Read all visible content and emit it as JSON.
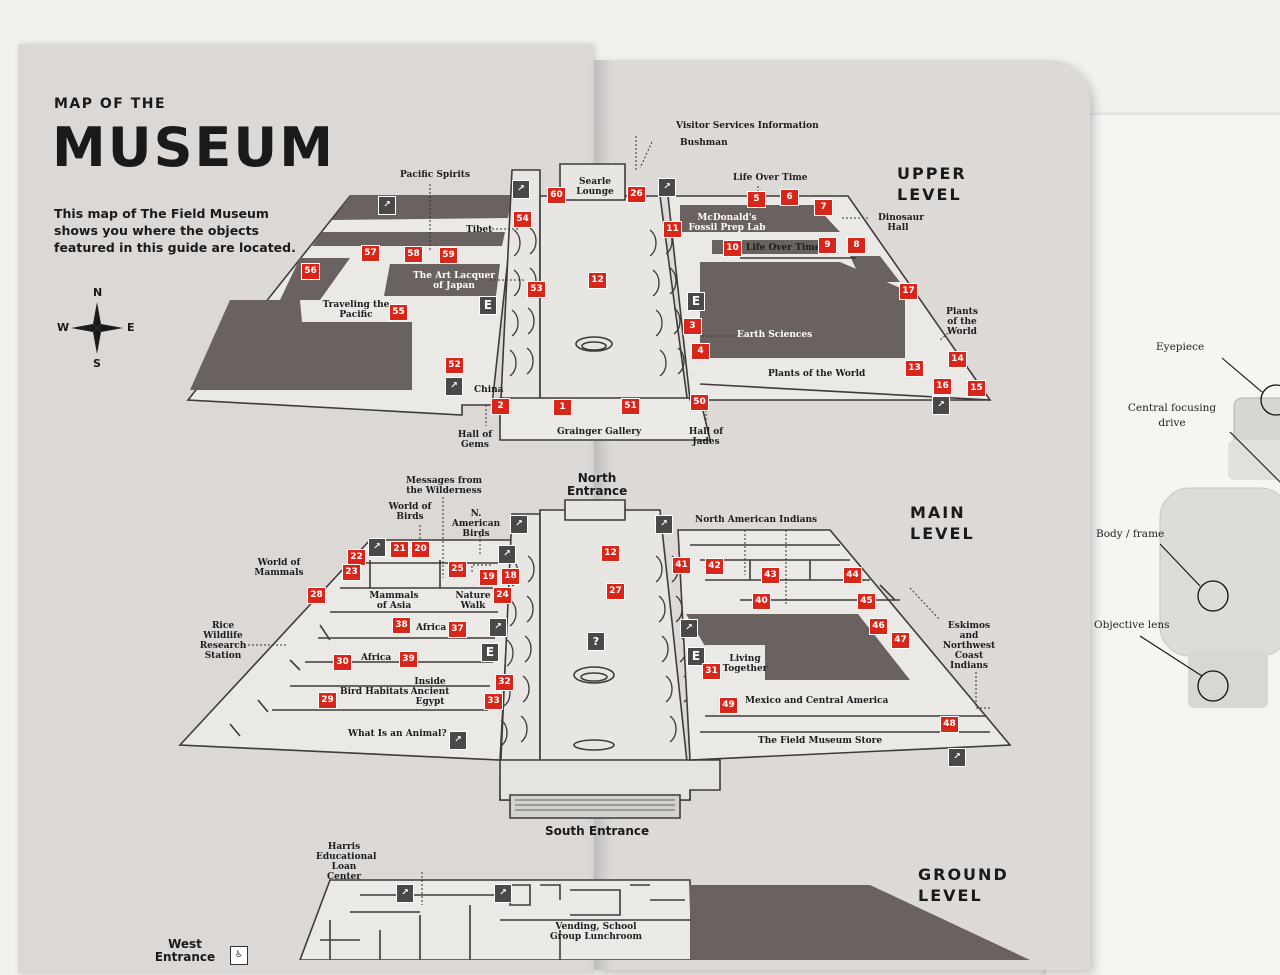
{
  "header": {
    "kicker": "MAP OF THE",
    "title": "MUSEUM",
    "intro": "This map of The Field Museum shows you where the objects featured in this guide are located."
  },
  "compass": {
    "n": "N",
    "s": "S",
    "e": "E",
    "w": "W"
  },
  "levels": {
    "upper": "UPPER LEVEL",
    "main": "MAIN LEVEL",
    "ground": "GROUND LEVEL"
  },
  "entrances": {
    "north": "North Entrance",
    "south": "South Entrance",
    "west": "West Entrance"
  },
  "elevator_symbol": "E",
  "info_symbol": "?",
  "upper_labels": {
    "pacific_spirits": "Pacific Spirits",
    "tibet": "Tibet",
    "art_lacquer": "The Art Lacquer of Japan",
    "traveling_pacific": "Traveling the Pacific",
    "china": "China",
    "hall_gems": "Hall of Gems",
    "searle": "Searle Lounge",
    "grainger": "Grainger Gallery",
    "visitor_services": "Visitor Services Information",
    "bushman": "Bushman",
    "life_over_time_top": "Life Over Time",
    "mcdonalds": "McDonald's Fossil Prep Lab",
    "life_over_time": "Life Over Time",
    "dinosaur_hall": "Dinosaur Hall",
    "earth_sciences": "Earth Sciences",
    "plants_world": "Plants of the World",
    "plants_world_right": "Plants of the World",
    "hall_jades": "Hall of Jades"
  },
  "main_labels": {
    "messages": "Messages from the Wilderness",
    "world_birds": "World of Birds",
    "na_birds": "N. American Birds",
    "world_mammals": "World of Mammals",
    "mammals_asia": "Mammals of Asia",
    "nature_walk": "Nature Walk",
    "rice": "Rice Wildlife Research Station",
    "africa1": "Africa",
    "africa2": "Africa",
    "bird_habitats": "Bird Habitats",
    "inside_egypt": "Inside Ancient Egypt",
    "what_animal": "What Is an Animal?",
    "na_indians": "North American Indians",
    "living_together": "Living Together",
    "mexico": "Mexico and Central America",
    "store": "The Field Museum Store",
    "eskimos": "Eskimos and Northwest Coast Indians"
  },
  "ground_labels": {
    "harris": "Harris Educational Loan Center",
    "vending": "Vending, School Group Lunchroom"
  },
  "upper_numbers": [
    "60",
    "26",
    "54",
    "11",
    "5",
    "6",
    "7",
    "57",
    "58",
    "59",
    "10",
    "9",
    "8",
    "56",
    "53",
    "12",
    "17",
    "55",
    "3",
    "4",
    "14",
    "13",
    "16",
    "15",
    "52",
    "2",
    "1",
    "51",
    "50"
  ],
  "main_numbers": [
    "22",
    "21",
    "20",
    "23",
    "25",
    "19",
    "18",
    "12",
    "41",
    "42",
    "43",
    "44",
    "28",
    "24",
    "27",
    "40",
    "45",
    "38",
    "37",
    "46",
    "47",
    "30",
    "39",
    "31",
    "32",
    "29",
    "33",
    "49",
    "48"
  ],
  "binoculars": {
    "eyepiece": "Eyepiece",
    "central": "Central focusing drive",
    "body": "Body / frame",
    "objective": "Objective lens"
  },
  "colors": {
    "hall_dark": "#6a6260",
    "number_red": "#d8271a",
    "page": "#dbd8d6"
  }
}
